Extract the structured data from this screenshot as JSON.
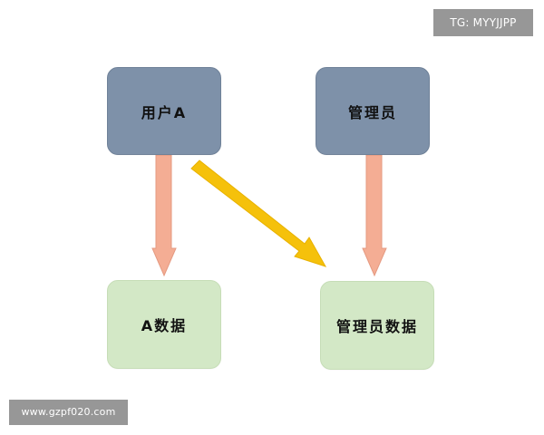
{
  "watermarks": {
    "top_right": "TG: MYYJJPP",
    "bottom_left": "www.gzpf020.com"
  },
  "diagram": {
    "nodes": {
      "user_a": "用户A",
      "admin": "管理员",
      "a_data": "A数据",
      "admin_data": "管理员数据"
    },
    "edges": [
      {
        "from": "user_a",
        "to": "a_data"
      },
      {
        "from": "user_a",
        "to": "admin_data"
      },
      {
        "from": "admin",
        "to": "admin_data"
      }
    ]
  },
  "colors": {
    "role_node": "#7e91a9",
    "data_node": "#d3e8c6",
    "arrow_salmon": "#f4ad94",
    "arrow_yellow": "#f5c10b",
    "watermark_bg": "#8c8c8c"
  }
}
